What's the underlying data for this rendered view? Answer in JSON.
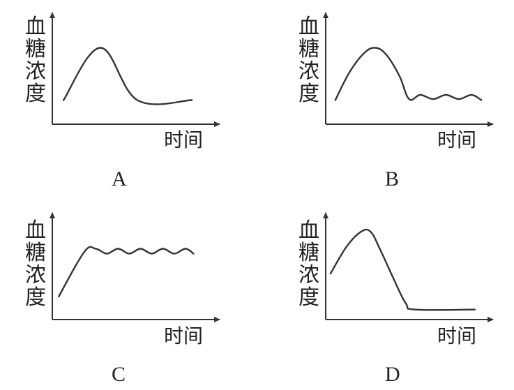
{
  "colors": {
    "axis": "#333333",
    "curve": "#333333",
    "text": "#222222"
  },
  "chart_data": [
    {
      "type": "line",
      "panel_label": "A",
      "ylabel": "血糖浓度",
      "xlabel": "时间",
      "ylim": [
        0,
        10
      ],
      "xlim": [
        0,
        10
      ],
      "series": [
        {
          "x": [
            0.7,
            3.0,
            5.3,
            8.7
          ],
          "y": [
            2.3,
            7.3,
            2.3,
            2.3
          ]
        }
      ]
    },
    {
      "type": "line",
      "panel_label": "B",
      "ylabel": "血糖浓度",
      "xlabel": "时间",
      "ylim": [
        0,
        10
      ],
      "xlim": [
        0,
        10
      ],
      "series": [
        {
          "x": [
            0.6,
            1.5,
            2.4,
            3.1,
            3.8,
            4.6,
            5.2,
            5.9,
            6.7,
            7.5,
            8.3,
            9.1,
            9.7
          ],
          "y": [
            2.3,
            5.0,
            6.8,
            7.3,
            6.6,
            4.6,
            2.4,
            2.8,
            2.4,
            2.8,
            2.4,
            2.8,
            2.3
          ]
        }
      ]
    },
    {
      "type": "line",
      "panel_label": "C",
      "ylabel": "血糖浓度",
      "xlabel": "时间",
      "ylim": [
        0,
        10
      ],
      "xlim": [
        0,
        10
      ],
      "series": [
        {
          "x": [
            0.4,
            2.0,
            2.7,
            3.4,
            4.1,
            4.8,
            5.5,
            6.2,
            6.9,
            7.6,
            8.3,
            8.8
          ],
          "y": [
            2.3,
            6.8,
            7.1,
            6.6,
            7.1,
            6.6,
            7.1,
            6.6,
            7.1,
            6.6,
            7.1,
            6.6
          ]
        }
      ]
    },
    {
      "type": "line",
      "panel_label": "D",
      "ylabel": "血糖浓度",
      "xlabel": "时间",
      "ylim": [
        0,
        10
      ],
      "xlim": [
        0,
        10
      ],
      "series": [
        {
          "x": [
            0.3,
            1.3,
            2.2,
            2.8,
            3.4,
            4.2,
            5.0,
            5.6,
            9.3
          ],
          "y": [
            4.6,
            7.3,
            8.8,
            8.8,
            7.0,
            4.2,
            1.6,
            1.0,
            1.0
          ]
        }
      ]
    }
  ]
}
